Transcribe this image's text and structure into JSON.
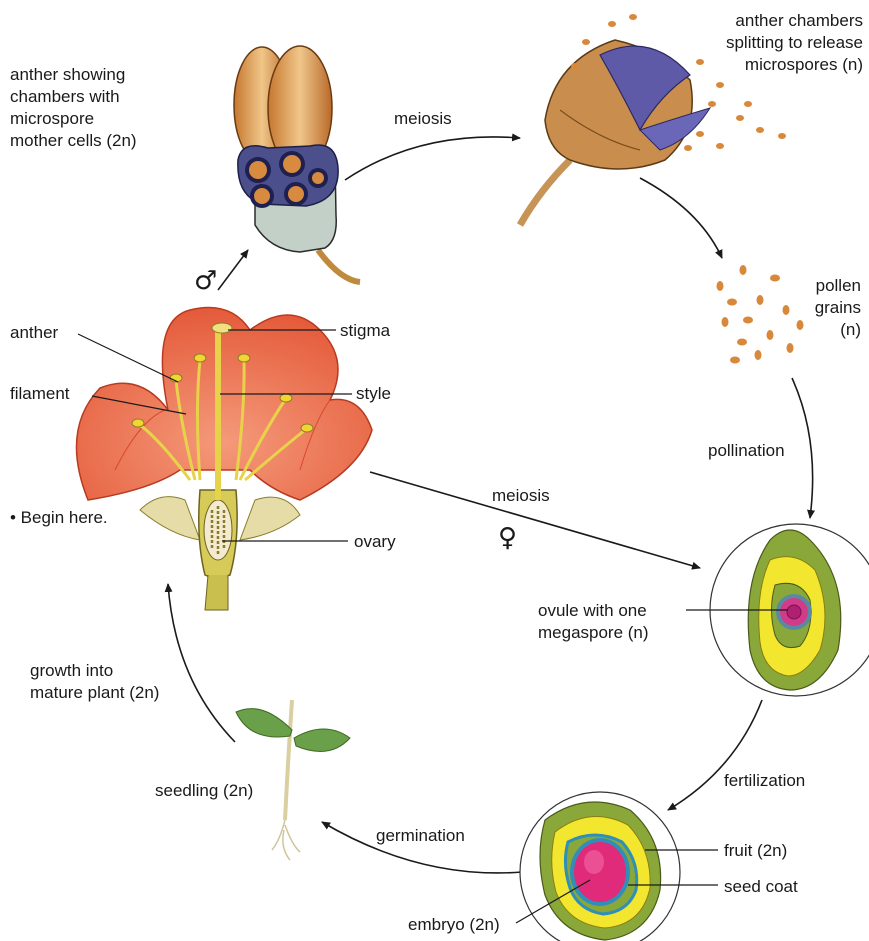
{
  "labels": {
    "anther_chambers_top": [
      "anther showing",
      "chambers with",
      "microspore",
      "mother cells (2n)"
    ],
    "meiosis_male": "meiosis",
    "anther_splitting": [
      "anther chambers",
      "splitting to release",
      "microspores (n)"
    ],
    "pollen": [
      "pollen",
      "grains",
      "(n)"
    ],
    "pollination": "pollination",
    "male_symbol": "♂",
    "anther": "anther",
    "filament": "filament",
    "stigma": "stigma",
    "style": "style",
    "begin": "• Begin here.",
    "ovary": "ovary",
    "meiosis_female": "meiosis",
    "female_symbol": "♀",
    "ovule": [
      "ovule with one",
      "megaspore (n)"
    ],
    "growth": [
      "growth into",
      "mature plant (2n)"
    ],
    "seedling": "seedling (2n)",
    "germination": "germination",
    "fertilization": "fertilization",
    "fruit": "fruit (2n)",
    "seed_coat": "seed coat",
    "embryo": "embryo (2n)"
  },
  "colors": {
    "petal": "#ee6a4c",
    "petal_dark": "#d9472c",
    "stamen": "#e7d24a",
    "stem": "#cdbf55",
    "anther_body": "#d99a55",
    "anther_purple": "#5b5aa8",
    "pollen": "#d7883a",
    "ovule_green": "#8aa83a",
    "ovule_yellow": "#f3e62e",
    "megaspore": "#d23b8a",
    "embryo": "#e02a7a",
    "seed_blue": "#2f8fb8",
    "leaf": "#6aa04a"
  }
}
